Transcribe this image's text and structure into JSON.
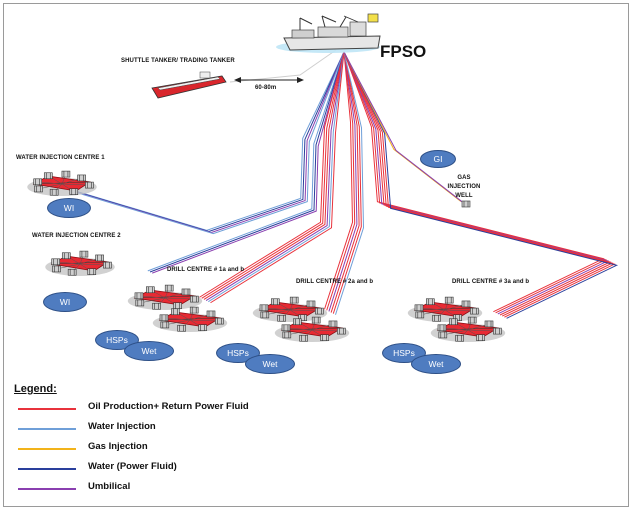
{
  "title": "FPSO",
  "tanker": {
    "label": "SHUTTLE TANKER/ TRADING TANKER",
    "distance": "60-80m"
  },
  "centres": {
    "wic1": "WATER INJECTION CENTRE 1",
    "wic2": "WATER INJECTION CENTRE 2",
    "dc1": "DRILL CENTRE # 1a and b",
    "dc2": "DRILL CENTRE # 2a and b",
    "dc3": "DRILL CENTRE # 3a and b",
    "gas_well": "GAS INJECTION WELL"
  },
  "ellipses": {
    "wi": "WI",
    "gi": "GI",
    "hsps": "HSPs",
    "wet": "Wet"
  },
  "legend": {
    "title": "Legend:",
    "items": [
      {
        "label": "Oil Production+ Return Power Fluid",
        "color": "#e8323c"
      },
      {
        "label": "Water Injection",
        "color": "#6f9fd8"
      },
      {
        "label": "Gas Injection",
        "color": "#f2b31a"
      },
      {
        "label": "Water (Power Fluid)",
        "color": "#2a3f9c"
      },
      {
        "label": "Umbilical",
        "color": "#8a3fb0"
      }
    ]
  }
}
